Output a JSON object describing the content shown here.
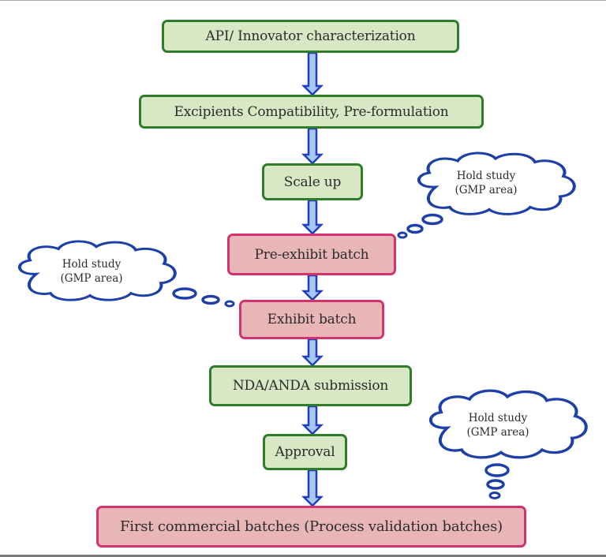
{
  "diagram": {
    "type": "flowchart",
    "direction": "top-to-bottom",
    "colors": {
      "green_fill": "#d8e8c4",
      "green_border": "#2f7d2b",
      "pink_fill": "#e9b6b8",
      "pink_border": "#d2336e",
      "arrow_fill": "#a9c7f2",
      "arrow_stroke": "#1f3fbf",
      "cloud_stroke": "#1c3fa8"
    },
    "steps": [
      {
        "id": "api-characterization",
        "label": "API/ Innovator characterization",
        "style": "green"
      },
      {
        "id": "excipients-compatibility",
        "label": "Excipients Compatibility, Pre-formulation",
        "style": "green"
      },
      {
        "id": "scale-up",
        "label": "Scale up",
        "style": "green"
      },
      {
        "id": "pre-exhibit-batch",
        "label": "Pre-exhibit batch",
        "style": "pink"
      },
      {
        "id": "exhibit-batch",
        "label": "Exhibit batch",
        "style": "pink"
      },
      {
        "id": "nda-anda-submission",
        "label": "NDA/ANDA submission",
        "style": "green"
      },
      {
        "id": "approval",
        "label": "Approval",
        "style": "green"
      },
      {
        "id": "first-commercial-batches",
        "label": "First commercial batches (Process validation batches)",
        "style": "pink"
      }
    ],
    "clouds": [
      {
        "id": "hold-study-1",
        "line1": "Hold study",
        "line2": "(GMP area)",
        "attached_to": "pre-exhibit-batch"
      },
      {
        "id": "hold-study-2",
        "line1": "Hold study",
        "line2": "(GMP area)",
        "attached_to": "exhibit-batch"
      },
      {
        "id": "hold-study-3",
        "line1": "Hold study",
        "line2": "(GMP area)",
        "attached_to": "first-commercial-batches"
      }
    ]
  }
}
